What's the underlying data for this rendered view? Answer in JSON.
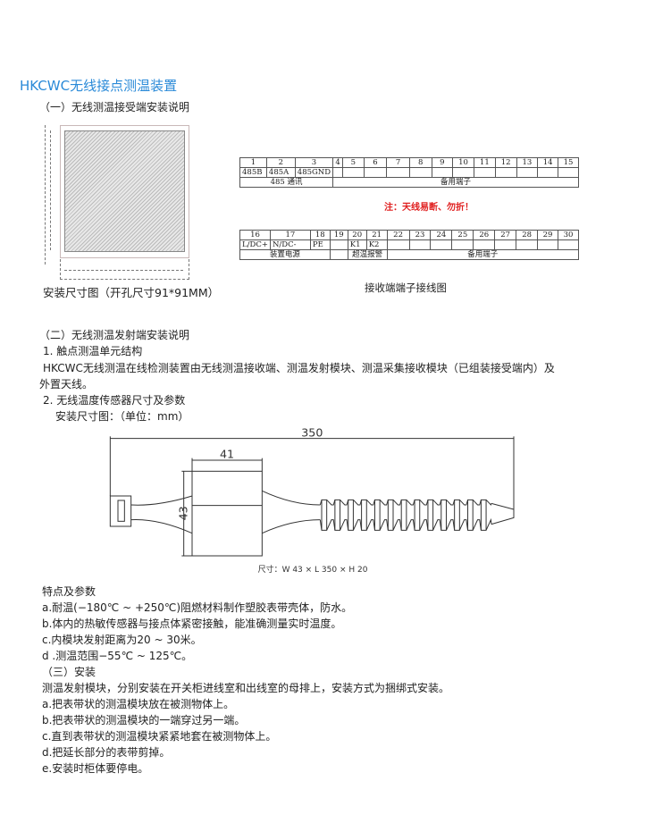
{
  "title": "HKCWC无线接点测温装置",
  "section1": {
    "heading": "（一）无线测温接受端安装说明",
    "mount_caption": "安装尺寸图（开孔尺寸91*91MM）",
    "wiring_caption": "接收端端子接线图",
    "note": "注：天线易断、勿折！",
    "note_color": "#e02020",
    "table1": {
      "numbers": [
        "1",
        "2",
        "3",
        "4",
        "5",
        "6",
        "7",
        "8",
        "9",
        "10",
        "11",
        "12",
        "13",
        "14",
        "15"
      ],
      "signals": [
        "485B",
        "485A",
        "485GND",
        "",
        "",
        "",
        "",
        "",
        "",
        "",
        "",
        "",
        "",
        "",
        ""
      ],
      "group_a": "485 通讯",
      "group_b": "备用端子"
    },
    "table2": {
      "numbers": [
        "16",
        "17",
        "18",
        "19",
        "20",
        "21",
        "22",
        "23",
        "24",
        "25",
        "26",
        "27",
        "28",
        "29",
        "30"
      ],
      "signals": [
        "L/DC+",
        "N/DC-",
        "PE",
        "",
        "K1",
        "K2",
        "",
        "",
        "",
        "",
        "",
        "",
        "",
        "",
        ""
      ],
      "group_power": "装置电源",
      "group_alarm": "超温报警",
      "group_spare": "备用端子"
    }
  },
  "section2": {
    "heading": "（二）无线测温发射端安装说明",
    "item1": "1. 触点测温单元结构",
    "para1a": "HKCWC无线测温在线检测装置由无线测温接收端、测温发射模块、测温采集接收模块（已组装接受端内）及",
    "para1b": "外置天线。",
    "item2": "2. 无线温度传感器尺寸及参数",
    "dim_title": "安装尺寸图：（单位：mm）",
    "dim_length": "350",
    "dim_width": "41",
    "dim_height": "43",
    "dim_caption": "尺寸：W 43 × L 350 × H 20"
  },
  "features": {
    "heading": "特点及参数",
    "items": [
      "a.耐温(−180℃ ~ +250℃)阻燃材料制作塑胶表带壳体，防水。",
      "b.体内的热敏传感器与接点体紧密接触，能准确测量实时温度。",
      "c.内模块发射距离为20 ~ 30米。",
      "d .测温范围−55℃ ~ 125℃。"
    ]
  },
  "section3": {
    "heading": "（三）安装",
    "intro": "测温发射模块，分别安装在开关柜进线室和出线室的母排上，安装方式为捆绑式安装。",
    "steps": [
      "a.把表带状的测温模块放在被测物体上。",
      "b.把表带状的测温模块的一端穿过另一端。",
      "c.直到表带状的测温模块紧紧地套在被测物体上。",
      "d.把延长部分的表带剪掉。",
      "e.安装时柜体要停电。"
    ]
  }
}
